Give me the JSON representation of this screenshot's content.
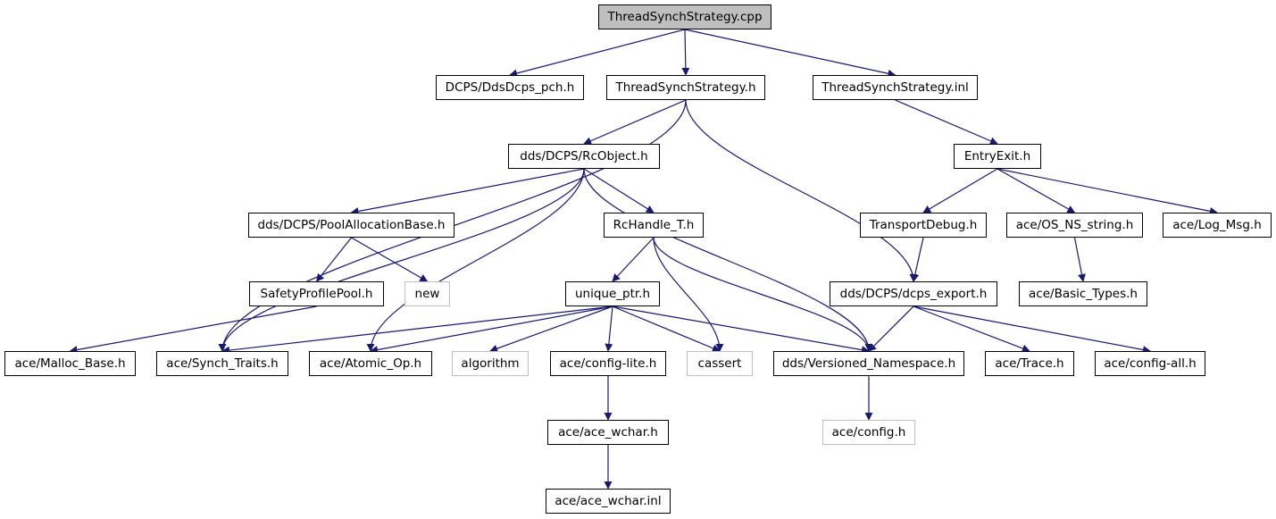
{
  "graph": {
    "title": "ThreadSynchStrategy.cpp",
    "edge_color": "#191970",
    "nodes": {
      "root": "ThreadSynchStrategy.cpp",
      "ddsdcps_pch": "DCPS/DdsDcps_pch.h",
      "tss_h": "ThreadSynchStrategy.h",
      "tss_inl": "ThreadSynchStrategy.inl",
      "rcobject": "dds/DCPS/RcObject.h",
      "entryexit": "EntryExit.h",
      "poolalloc": "dds/DCPS/PoolAllocationBase.h",
      "rchandle": "RcHandle_T.h",
      "transportdebug": "TransportDebug.h",
      "osnsstring": "ace/OS_NS_string.h",
      "logmsg": "ace/Log_Msg.h",
      "safetyprofile": "SafetyProfilePool.h",
      "new": "new",
      "uniqueptr": "unique_ptr.h",
      "dcpsexport": "dds/DCPS/dcps_export.h",
      "basictypes": "ace/Basic_Types.h",
      "mallocbase": "ace/Malloc_Base.h",
      "synchtraits": "ace/Synch_Traits.h",
      "atomicop": "ace/Atomic_Op.h",
      "algorithm": "algorithm",
      "configlite": "ace/config-lite.h",
      "cassert": "cassert",
      "versioned": "dds/Versioned_Namespace.h",
      "trace": "ace/Trace.h",
      "configall": "ace/config-all.h",
      "acewchar": "ace/ace_wchar.h",
      "configh": "ace/config.h",
      "acewcharinl": "ace/ace_wchar.inl"
    }
  }
}
